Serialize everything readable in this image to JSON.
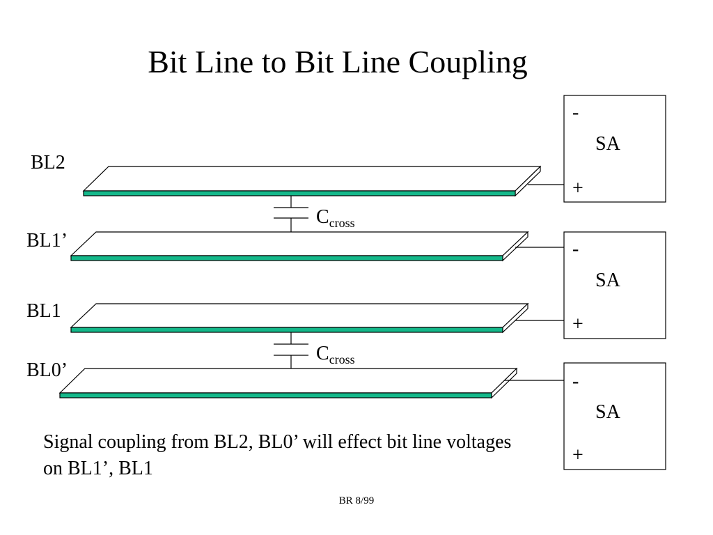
{
  "title": "Bit Line to Bit Line Coupling",
  "bitlines": [
    {
      "label": "BL2"
    },
    {
      "label": "BL1’"
    },
    {
      "label": "BL1"
    },
    {
      "label": "BL0’"
    }
  ],
  "capacitors": [
    {
      "main": "C",
      "sub": "cross"
    },
    {
      "main": "C",
      "sub": "cross"
    }
  ],
  "sense_amps": [
    {
      "label": "SA",
      "minus": "-",
      "plus": "+"
    },
    {
      "label": "SA",
      "minus": "-",
      "plus": "+"
    },
    {
      "label": "SA",
      "minus": "-",
      "plus": "+"
    }
  ],
  "caption": "Signal coupling from BL2, BL0’ will effect bit line voltages on BL1’, BL1",
  "footer": "BR 8/99",
  "colors": {
    "bitline_fill": "#14b88a",
    "line": "#000000"
  }
}
